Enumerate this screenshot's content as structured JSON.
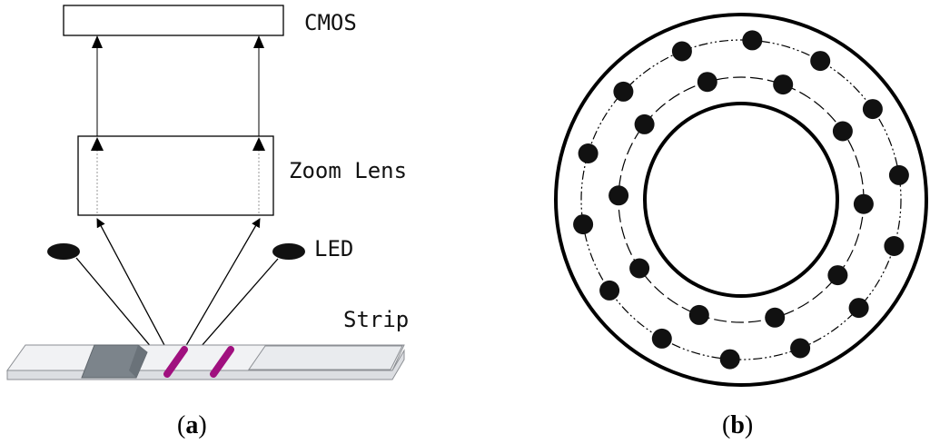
{
  "panel_a": {
    "labels": {
      "sensor": "CMOS",
      "lens": "Zoom Lens",
      "light_source": "LED",
      "strip": "Strip"
    },
    "caption": {
      "open": "(",
      "letter": "a",
      "close": ")"
    }
  },
  "panel_b": {
    "caption": {
      "open": "(",
      "letter": "b",
      "close": ")"
    },
    "outer_ring_led_count": 14,
    "inner_ring_led_count": 10
  },
  "colors": {
    "line": "#000000",
    "led": "#111111",
    "test_line": "#a0107f",
    "strip_fill": "#f1f2f4",
    "strip_edge": "#8c8f94",
    "sample_pad": "#7c848b",
    "caption_letter": "#000000"
  }
}
